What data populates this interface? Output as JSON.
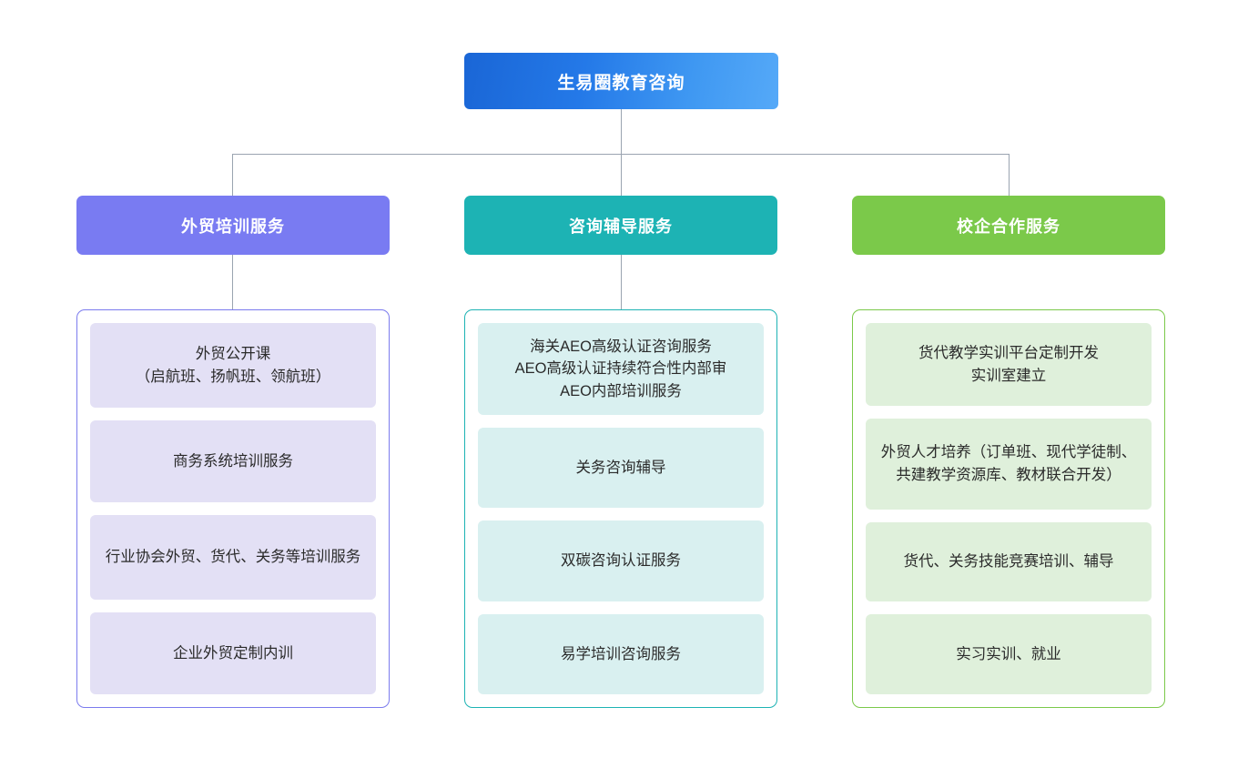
{
  "diagram": {
    "type": "organization-chart",
    "root": {
      "label": "生易圈教育咨询",
      "color_start": "#1a66d6",
      "color_end": "#55a9f8"
    },
    "connector_color": "#9aa4b0",
    "branches": [
      {
        "label": "外贸培训服务",
        "accent": "#797bf2",
        "item_fill": "#e3e0f5",
        "items": [
          {
            "text": "外贸公开课\n（启航班、扬帆班、领航班）",
            "lines": 2
          },
          {
            "text": "商务系统培训服务",
            "lines": 1
          },
          {
            "text": "行业协会外贸、货代、关务等培训服务",
            "lines": 2
          },
          {
            "text": "企业外贸定制内训",
            "lines": 1
          }
        ]
      },
      {
        "label": "咨询辅导服务",
        "accent": "#1db3b4",
        "item_fill": "#d9f0f0",
        "items": [
          {
            "text": "海关AEO高级认证咨询服务\nAEO高级认证持续符合性内部审\nAEO内部培训服务",
            "lines": 3
          },
          {
            "text": "关务咨询辅导",
            "lines": 1
          },
          {
            "text": "双碳咨询认证服务",
            "lines": 1
          },
          {
            "text": "易学培训咨询服务",
            "lines": 1
          }
        ]
      },
      {
        "label": "校企合作服务",
        "accent": "#7bc94a",
        "item_fill": "#dff0db",
        "items": [
          {
            "text": "货代教学实训平台定制开发\n实训室建立",
            "lines": 2
          },
          {
            "text": "外贸人才培养（订单班、现代学徒制、共建教学资源库、教材联合开发）",
            "lines": 3
          },
          {
            "text": "货代、关务技能竞赛培训、辅导",
            "lines": 1
          },
          {
            "text": "实习实训、就业",
            "lines": 1
          }
        ]
      }
    ]
  }
}
